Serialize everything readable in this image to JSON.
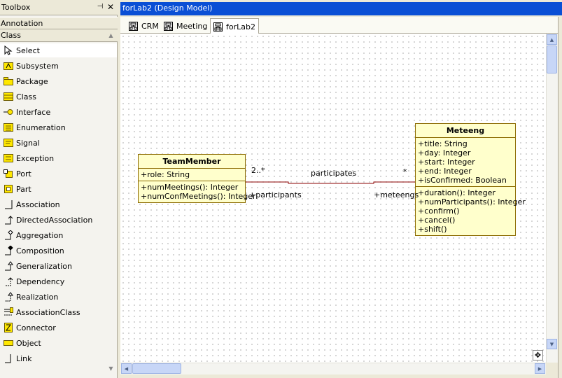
{
  "toolbox": {
    "title": "Toolbox",
    "pin_glyph": "⊣",
    "close_glyph": "✕",
    "sections": {
      "annotation": "Annotation",
      "class": "Class"
    },
    "items": [
      {
        "label": "Select",
        "icon": "pointer-icon"
      },
      {
        "label": "Subsystem",
        "icon": "subsystem-icon"
      },
      {
        "label": "Package",
        "icon": "package-icon"
      },
      {
        "label": "Class",
        "icon": "class-icon"
      },
      {
        "label": "Interface",
        "icon": "interface-icon"
      },
      {
        "label": "Enumeration",
        "icon": "enumeration-icon"
      },
      {
        "label": "Signal",
        "icon": "signal-icon"
      },
      {
        "label": "Exception",
        "icon": "exception-icon"
      },
      {
        "label": "Port",
        "icon": "port-icon"
      },
      {
        "label": "Part",
        "icon": "part-icon"
      },
      {
        "label": "Association",
        "icon": "association-icon"
      },
      {
        "label": "DirectedAssociation",
        "icon": "directed-association-icon"
      },
      {
        "label": "Aggregation",
        "icon": "aggregation-icon"
      },
      {
        "label": "Composition",
        "icon": "composition-icon"
      },
      {
        "label": "Generalization",
        "icon": "generalization-icon"
      },
      {
        "label": "Dependency",
        "icon": "dependency-icon"
      },
      {
        "label": "Realization",
        "icon": "realization-icon"
      },
      {
        "label": "AssociationClass",
        "icon": "association-class-icon"
      },
      {
        "label": "Connector",
        "icon": "connector-icon"
      },
      {
        "label": "Object",
        "icon": "object-icon"
      },
      {
        "label": "Link",
        "icon": "link-icon"
      }
    ]
  },
  "editor": {
    "title": "forLab2 (Design Model)",
    "tabs": [
      {
        "label": "CRM",
        "active": false
      },
      {
        "label": "Meeting",
        "active": false
      },
      {
        "label": "forLab2",
        "active": true
      }
    ]
  },
  "diagram": {
    "team_member": {
      "name": "TeamMember",
      "attributes": [
        "+role: String"
      ],
      "operations": [
        "+numMeetings(): Integer",
        "+numConfMeetings(): Integer"
      ]
    },
    "meeting": {
      "name": "Meteeng",
      "attributes": [
        "+title: String",
        "+day: Integer",
        "+start: Integer",
        "+end: Integer",
        "+isConfirmed: Boolean"
      ],
      "operations": [
        "+duration(): Integer",
        "+numParticipants(): Integer",
        "+confirm()",
        "+cancel()",
        "+shift()"
      ]
    },
    "association": {
      "name": "participates",
      "left_multiplicity": "2..*",
      "right_multiplicity": "*",
      "left_role": "+participants",
      "right_role": "+meteengs"
    }
  },
  "colors": {
    "title_bar": "#0a4fd5",
    "class_fill": "#ffffcc",
    "class_border": "#8b6a00",
    "association_line": "#8b0000"
  }
}
